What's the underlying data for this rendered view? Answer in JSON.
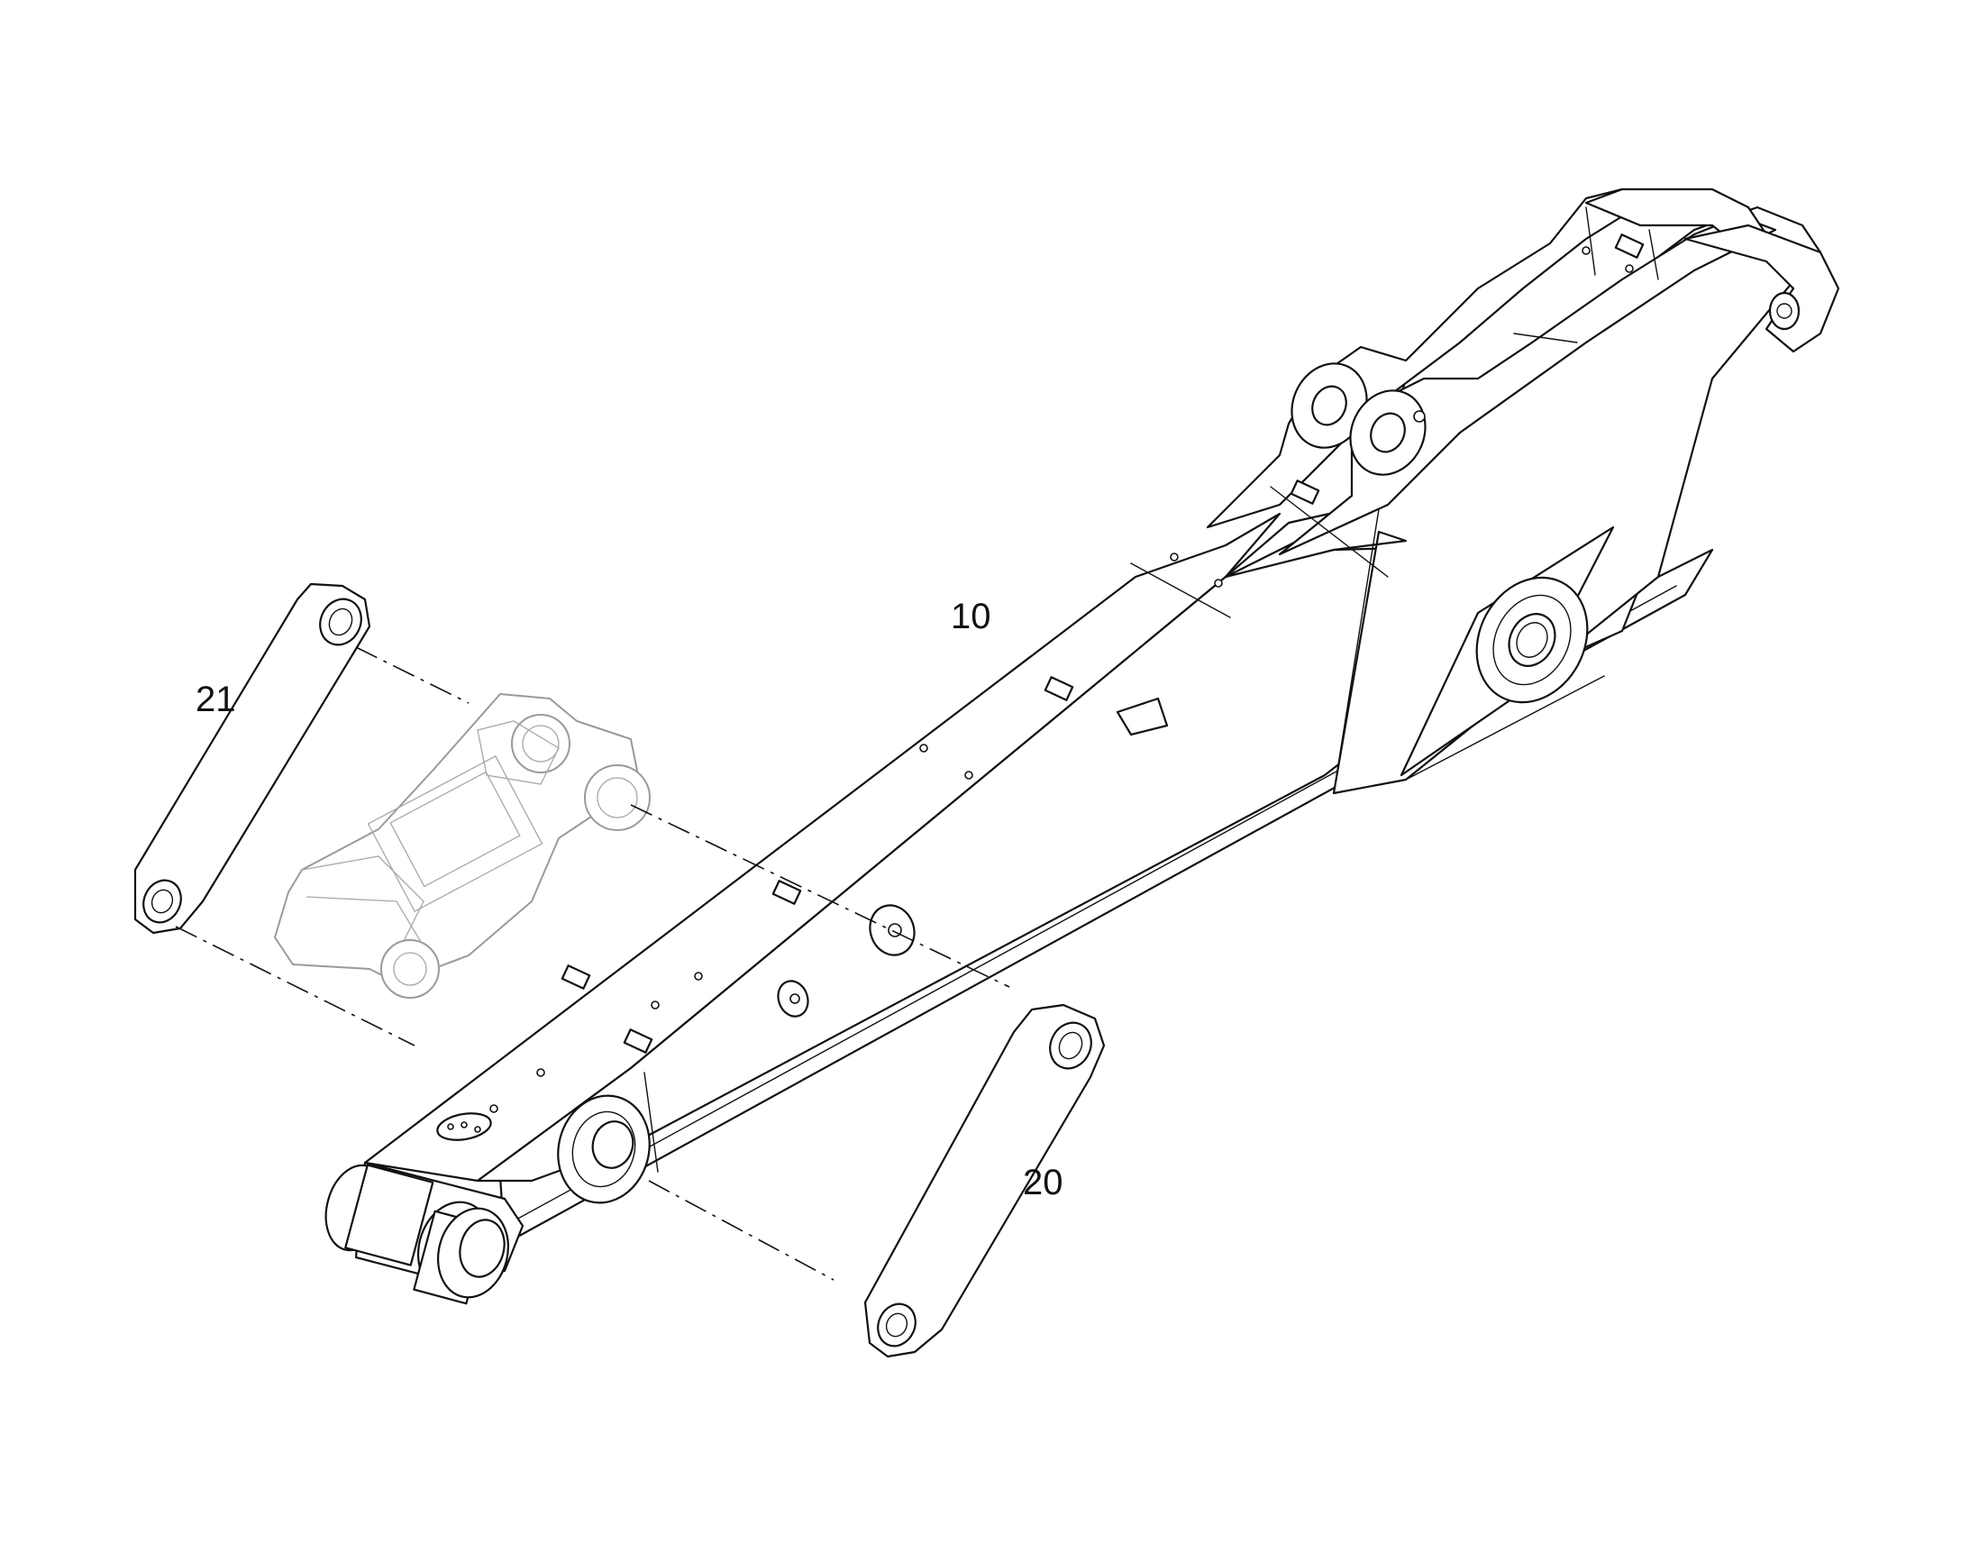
{
  "callouts": {
    "boom": "10",
    "link_lower": "20",
    "link_upper": "21"
  },
  "colors": {
    "line": "#111111",
    "ghost": "#9a9a9a",
    "background": "#ffffff"
  }
}
